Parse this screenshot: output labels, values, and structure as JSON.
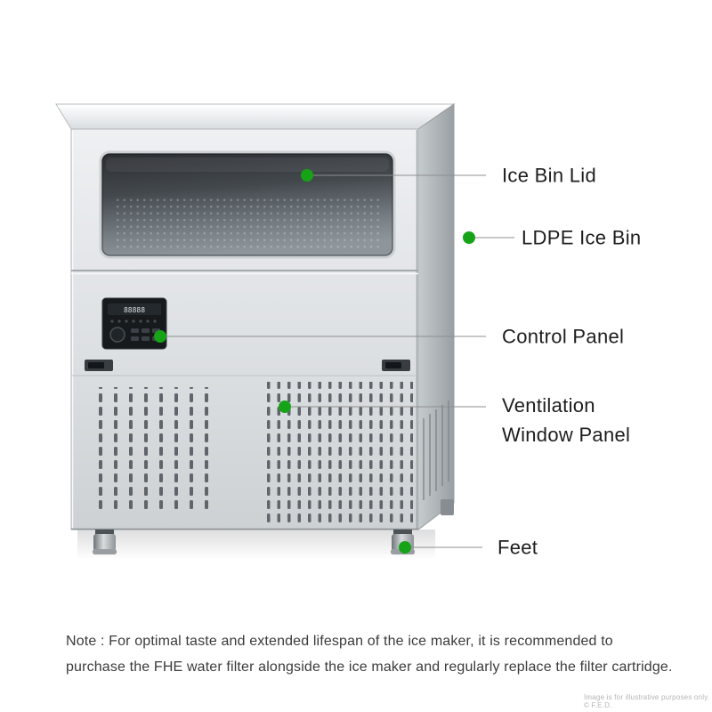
{
  "colors": {
    "accent_green": "#17a317",
    "callout_line": "#8f8f8f"
  },
  "callouts": [
    {
      "label": "Ice Bin Lid"
    },
    {
      "label": "LDPE Ice Bin"
    },
    {
      "label": "Control Panel"
    },
    {
      "label": "Ventilation",
      "label2": "Window Panel"
    },
    {
      "label": "Feet"
    }
  ],
  "control_panel": {
    "display": "88888"
  },
  "note": {
    "line1": "Note : For optimal taste and extended lifespan of the ice maker, it is recommended to",
    "line2": "purchase the FHE water filter alongside the ice maker and regularly replace the filter cartridge."
  },
  "footer_disclaimer": "Image is for illustrative purposes only. © F.E.D."
}
